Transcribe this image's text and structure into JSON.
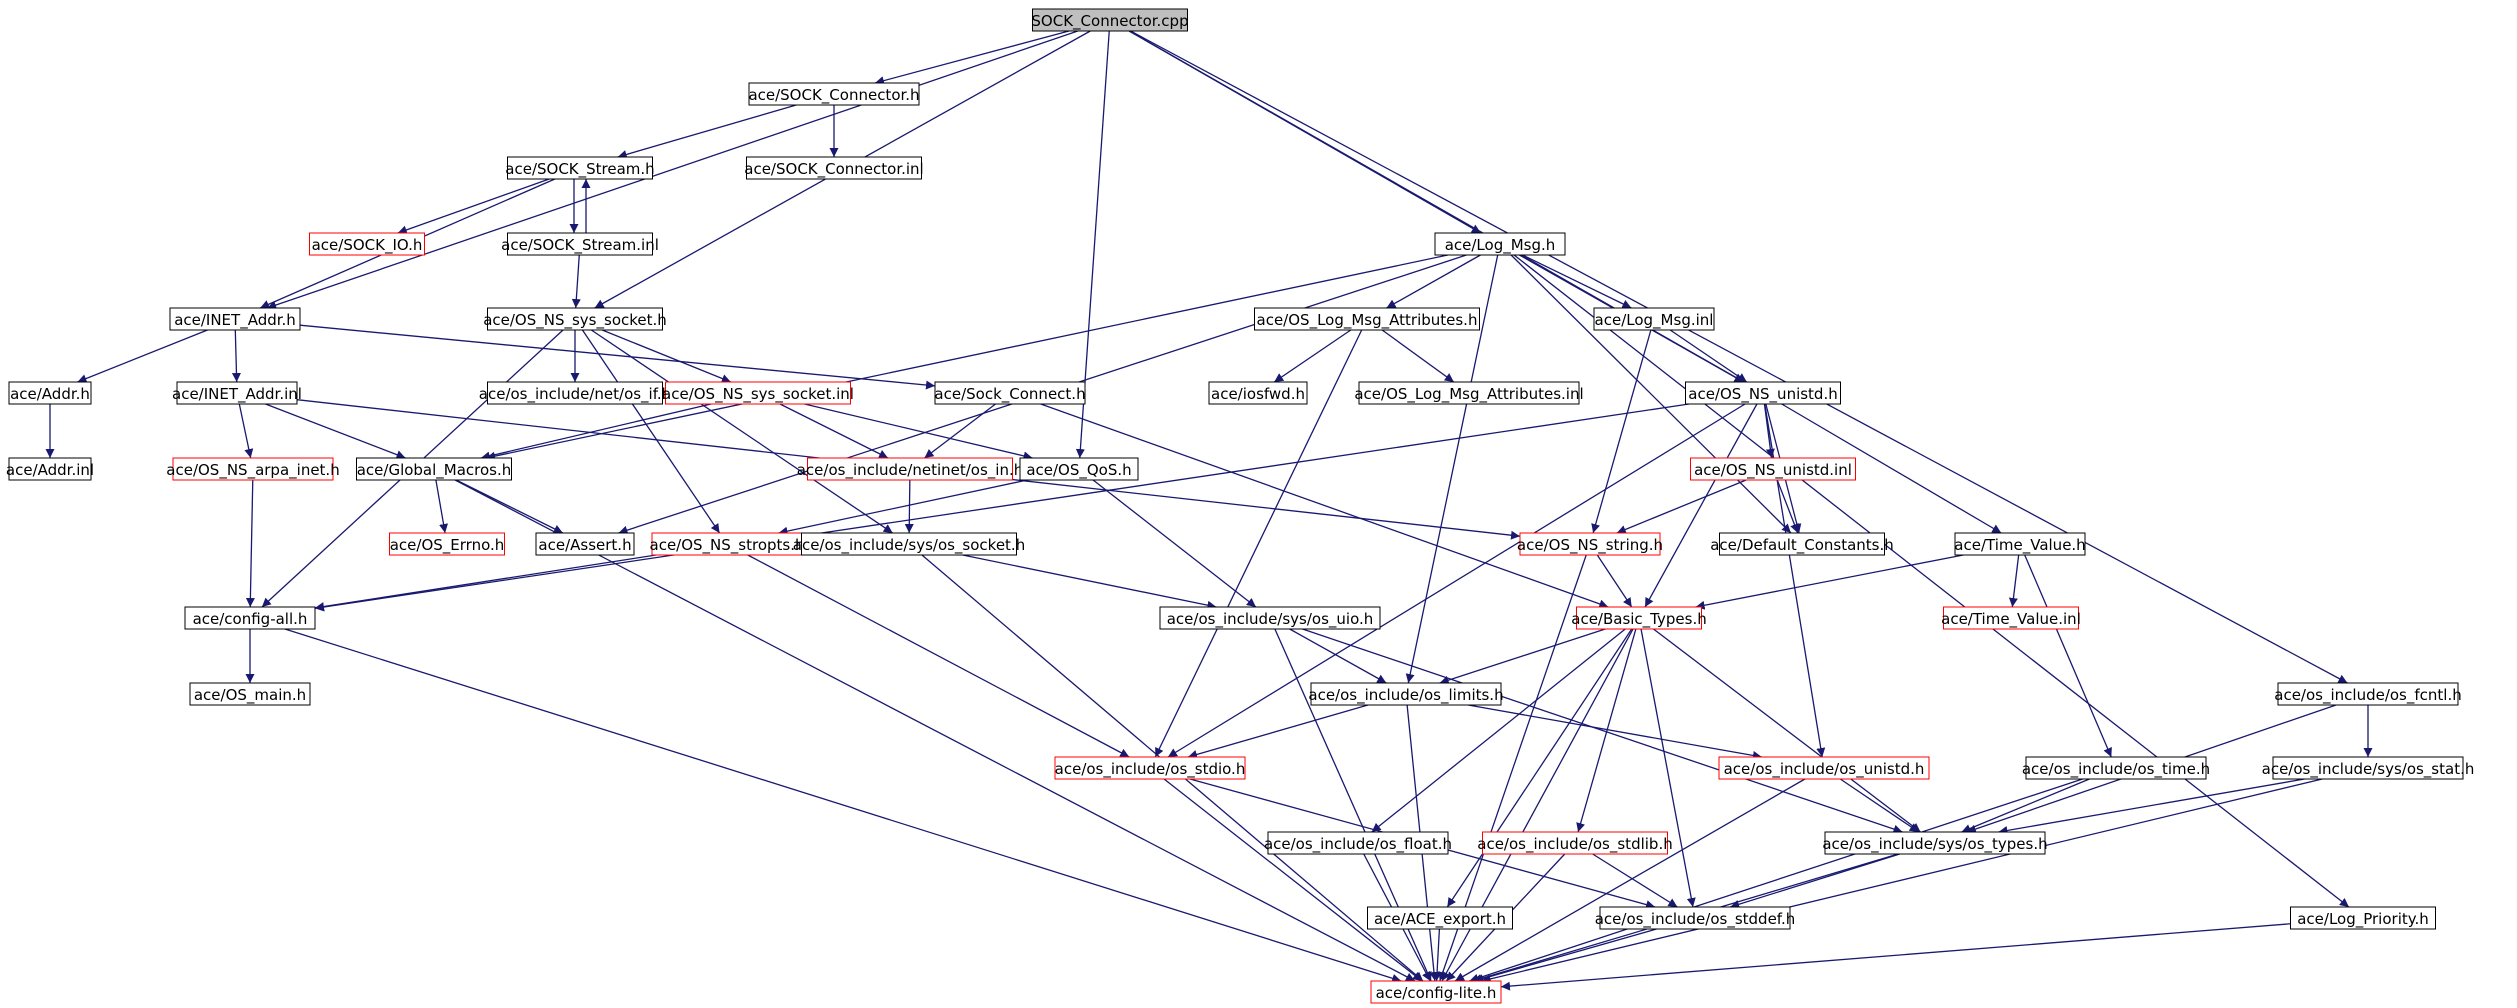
{
  "graph": {
    "root": "n0",
    "colors": {
      "edge": "#191970",
      "node_border": "#000000",
      "node_missing_border": "#ff0000",
      "root_fill": "#bfbfbf",
      "node_fill": "#ffffff"
    },
    "nodes": [
      {
        "id": "n0",
        "label": "SOCK_Connector.cpp",
        "kind": "root"
      },
      {
        "id": "n1",
        "label": "ace/SOCK_Connector.h",
        "kind": "normal"
      },
      {
        "id": "n2",
        "label": "ace/SOCK_Connector.inl",
        "kind": "normal"
      },
      {
        "id": "n3",
        "label": "ace/SOCK_Stream.h",
        "kind": "normal"
      },
      {
        "id": "n4",
        "label": "ace/SOCK_IO.h",
        "kind": "missing"
      },
      {
        "id": "n5",
        "label": "ace/SOCK_Stream.inl",
        "kind": "normal"
      },
      {
        "id": "n6",
        "label": "ace/Log_Msg.h",
        "kind": "normal"
      },
      {
        "id": "n7",
        "label": "ace/INET_Addr.h",
        "kind": "normal"
      },
      {
        "id": "n8",
        "label": "ace/OS_NS_sys_socket.h",
        "kind": "normal"
      },
      {
        "id": "n9",
        "label": "ace/OS_Log_Msg_Attributes.h",
        "kind": "normal"
      },
      {
        "id": "n10",
        "label": "ace/Log_Msg.inl",
        "kind": "normal"
      },
      {
        "id": "n11",
        "label": "ace/Addr.h",
        "kind": "normal"
      },
      {
        "id": "n12",
        "label": "ace/INET_Addr.inl",
        "kind": "normal"
      },
      {
        "id": "n13",
        "label": "ace/os_include/net/os_if.h",
        "kind": "normal"
      },
      {
        "id": "n14",
        "label": "ace/OS_NS_sys_socket.inl",
        "kind": "missing"
      },
      {
        "id": "n15",
        "label": "ace/Sock_Connect.h",
        "kind": "normal"
      },
      {
        "id": "n16",
        "label": "ace/iosfwd.h",
        "kind": "normal"
      },
      {
        "id": "n17",
        "label": "ace/OS_Log_Msg_Attributes.inl",
        "kind": "normal"
      },
      {
        "id": "n18",
        "label": "ace/OS_NS_unistd.h",
        "kind": "normal"
      },
      {
        "id": "n19",
        "label": "ace/Addr.inl",
        "kind": "normal"
      },
      {
        "id": "n20",
        "label": "ace/OS_NS_arpa_inet.h",
        "kind": "missing"
      },
      {
        "id": "n21",
        "label": "ace/Global_Macros.h",
        "kind": "normal"
      },
      {
        "id": "n22",
        "label": "ace/os_include/netinet/os_in.h",
        "kind": "missing"
      },
      {
        "id": "n23",
        "label": "ace/OS_QoS.h",
        "kind": "normal"
      },
      {
        "id": "n24",
        "label": "ace/OS_NS_unistd.inl",
        "kind": "missing"
      },
      {
        "id": "n25",
        "label": "ace/OS_Errno.h",
        "kind": "missing"
      },
      {
        "id": "n26",
        "label": "ace/Assert.h",
        "kind": "normal"
      },
      {
        "id": "n27",
        "label": "ace/OS_NS_stropts.h",
        "kind": "missing"
      },
      {
        "id": "n28",
        "label": "ace/os_include/sys/os_socket.h",
        "kind": "normal"
      },
      {
        "id": "n29",
        "label": "ace/OS_NS_string.h",
        "kind": "missing"
      },
      {
        "id": "n30",
        "label": "ace/Default_Constants.h",
        "kind": "normal"
      },
      {
        "id": "n31",
        "label": "ace/Time_Value.h",
        "kind": "normal"
      },
      {
        "id": "n32",
        "label": "ace/config-all.h",
        "kind": "normal"
      },
      {
        "id": "n33",
        "label": "ace/os_include/sys/os_uio.h",
        "kind": "normal"
      },
      {
        "id": "n34",
        "label": "ace/Basic_Types.h",
        "kind": "missing"
      },
      {
        "id": "n35",
        "label": "ace/Time_Value.inl",
        "kind": "missing"
      },
      {
        "id": "n36",
        "label": "ace/OS_main.h",
        "kind": "normal"
      },
      {
        "id": "n37",
        "label": "ace/os_include/os_limits.h",
        "kind": "normal"
      },
      {
        "id": "n38",
        "label": "ace/os_include/os_fcntl.h",
        "kind": "normal"
      },
      {
        "id": "n39",
        "label": "ace/os_include/os_stdio.h",
        "kind": "missing"
      },
      {
        "id": "n40",
        "label": "ace/os_include/os_unistd.h",
        "kind": "missing"
      },
      {
        "id": "n41",
        "label": "ace/os_include/os_time.h",
        "kind": "normal"
      },
      {
        "id": "n42",
        "label": "ace/os_include/sys/os_stat.h",
        "kind": "normal"
      },
      {
        "id": "n43",
        "label": "ace/os_include/os_float.h",
        "kind": "normal"
      },
      {
        "id": "n44",
        "label": "ace/os_include/os_stdlib.h",
        "kind": "missing"
      },
      {
        "id": "n45",
        "label": "ace/os_include/sys/os_types.h",
        "kind": "normal"
      },
      {
        "id": "n46",
        "label": "ace/ACE_export.h",
        "kind": "normal"
      },
      {
        "id": "n47",
        "label": "ace/os_include/os_stddef.h",
        "kind": "normal"
      },
      {
        "id": "n48",
        "label": "ace/Log_Priority.h",
        "kind": "normal"
      },
      {
        "id": "n49",
        "label": "ace/config-lite.h",
        "kind": "missing"
      }
    ],
    "edges": [
      [
        "n0",
        "n1"
      ],
      [
        "n0",
        "n6"
      ],
      [
        "n0",
        "n7"
      ],
      [
        "n0",
        "n8"
      ],
      [
        "n0",
        "n23"
      ],
      [
        "n0",
        "n18"
      ],
      [
        "n0",
        "n38"
      ],
      [
        "n1",
        "n3"
      ],
      [
        "n1",
        "n2"
      ],
      [
        "n3",
        "n4"
      ],
      [
        "n3",
        "n5"
      ],
      [
        "n3",
        "n7"
      ],
      [
        "n5",
        "n3"
      ],
      [
        "n5",
        "n8"
      ],
      [
        "n6",
        "n21"
      ],
      [
        "n6",
        "n9"
      ],
      [
        "n6",
        "n10"
      ],
      [
        "n6",
        "n18"
      ],
      [
        "n6",
        "n30"
      ],
      [
        "n6",
        "n26"
      ],
      [
        "n6",
        "n37"
      ],
      [
        "n6",
        "n48"
      ],
      [
        "n7",
        "n11"
      ],
      [
        "n7",
        "n12"
      ],
      [
        "n7",
        "n15"
      ],
      [
        "n8",
        "n32"
      ],
      [
        "n8",
        "n13"
      ],
      [
        "n8",
        "n14"
      ],
      [
        "n8",
        "n27"
      ],
      [
        "n8",
        "n28"
      ],
      [
        "n9",
        "n16"
      ],
      [
        "n9",
        "n17"
      ],
      [
        "n9",
        "n39"
      ],
      [
        "n10",
        "n18"
      ],
      [
        "n10",
        "n29"
      ],
      [
        "n11",
        "n19"
      ],
      [
        "n12",
        "n20"
      ],
      [
        "n12",
        "n21"
      ],
      [
        "n12",
        "n29"
      ],
      [
        "n14",
        "n21"
      ],
      [
        "n14",
        "n22"
      ],
      [
        "n14",
        "n23"
      ],
      [
        "n15",
        "n22"
      ],
      [
        "n15",
        "n34"
      ],
      [
        "n18",
        "n24"
      ],
      [
        "n18",
        "n30"
      ],
      [
        "n18",
        "n31"
      ],
      [
        "n18",
        "n32"
      ],
      [
        "n18",
        "n34"
      ],
      [
        "n18",
        "n39"
      ],
      [
        "n18",
        "n40"
      ],
      [
        "n20",
        "n32"
      ],
      [
        "n21",
        "n25"
      ],
      [
        "n21",
        "n26"
      ],
      [
        "n21",
        "n49"
      ],
      [
        "n22",
        "n28"
      ],
      [
        "n23",
        "n27"
      ],
      [
        "n23",
        "n33"
      ],
      [
        "n24",
        "n29"
      ],
      [
        "n24",
        "n30"
      ],
      [
        "n27",
        "n32"
      ],
      [
        "n27",
        "n39"
      ],
      [
        "n28",
        "n33"
      ],
      [
        "n28",
        "n49"
      ],
      [
        "n29",
        "n34"
      ],
      [
        "n29",
        "n49"
      ],
      [
        "n31",
        "n34"
      ],
      [
        "n31",
        "n35"
      ],
      [
        "n31",
        "n41"
      ],
      [
        "n32",
        "n36"
      ],
      [
        "n32",
        "n49"
      ],
      [
        "n33",
        "n37"
      ],
      [
        "n33",
        "n45"
      ],
      [
        "n33",
        "n49"
      ],
      [
        "n34",
        "n37"
      ],
      [
        "n34",
        "n43"
      ],
      [
        "n34",
        "n44"
      ],
      [
        "n34",
        "n46"
      ],
      [
        "n34",
        "n47"
      ],
      [
        "n34",
        "n45"
      ],
      [
        "n34",
        "n49"
      ],
      [
        "n37",
        "n39"
      ],
      [
        "n37",
        "n40"
      ],
      [
        "n37",
        "n49"
      ],
      [
        "n38",
        "n42"
      ],
      [
        "n38",
        "n45"
      ],
      [
        "n39",
        "n47"
      ],
      [
        "n39",
        "n49"
      ],
      [
        "n40",
        "n45"
      ],
      [
        "n40",
        "n49"
      ],
      [
        "n41",
        "n45"
      ],
      [
        "n41",
        "n49"
      ],
      [
        "n42",
        "n45"
      ],
      [
        "n42",
        "n49"
      ],
      [
        "n43",
        "n49"
      ],
      [
        "n44",
        "n47"
      ],
      [
        "n44",
        "n49"
      ],
      [
        "n45",
        "n47"
      ],
      [
        "n45",
        "n49"
      ],
      [
        "n46",
        "n49"
      ],
      [
        "n47",
        "n49"
      ],
      [
        "n48",
        "n49"
      ]
    ]
  }
}
